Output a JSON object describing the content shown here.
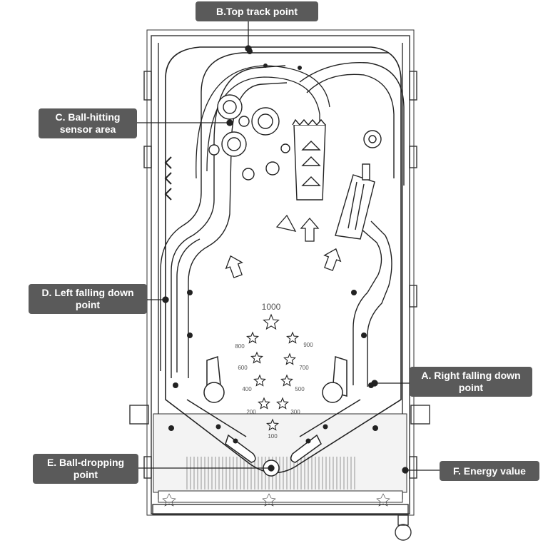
{
  "labels": {
    "top_track": [
      "B.Top track point"
    ],
    "sensor_area": [
      "C. Ball-hitting",
      "sensor area"
    ],
    "left_fall": [
      "D. Left falling down",
      "point"
    ],
    "right_fall": [
      "A. Right falling down",
      "point"
    ],
    "ball_drop": [
      "E. Ball-dropping",
      "point"
    ],
    "energy": [
      "F. Energy value"
    ]
  },
  "scores": {
    "top": "1000",
    "s900": "900",
    "s800": "800",
    "s700": "700",
    "s600": "600",
    "s500": "500",
    "s400": "400",
    "s300": "300",
    "s200": "200",
    "s100": "100"
  },
  "colors": {
    "callout_bg": "#5a5a5a",
    "callout_text": "#ffffff",
    "line": "#222222"
  }
}
